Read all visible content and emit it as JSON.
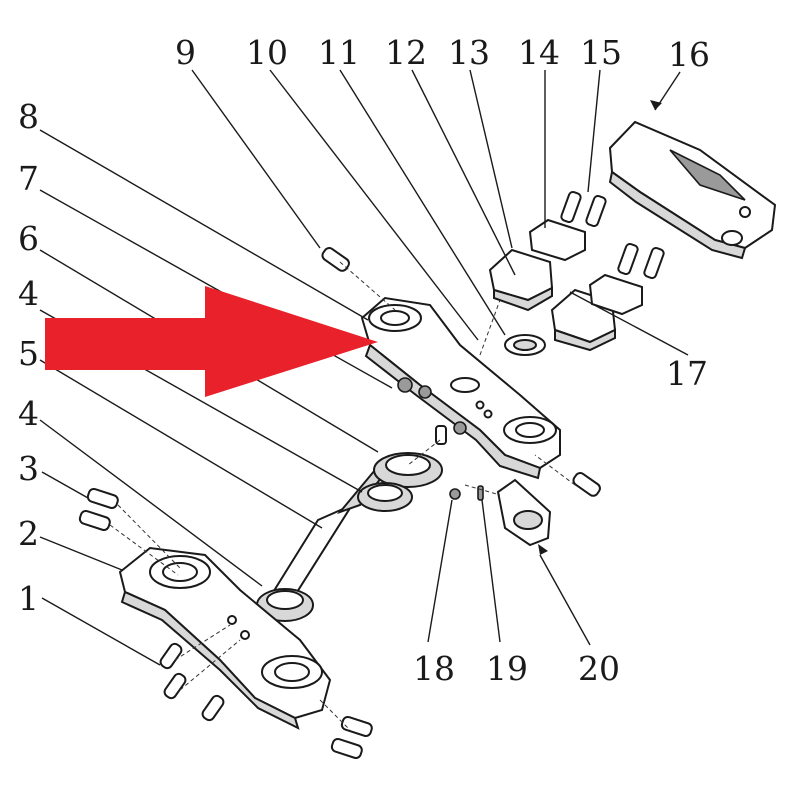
{
  "callouts": [
    {
      "id": "1",
      "text": "1"
    },
    {
      "id": "2",
      "text": "2"
    },
    {
      "id": "3",
      "text": "3"
    },
    {
      "id": "4a",
      "text": "4"
    },
    {
      "id": "4b",
      "text": "4"
    },
    {
      "id": "5",
      "text": "5"
    },
    {
      "id": "6",
      "text": "6"
    },
    {
      "id": "7",
      "text": "7"
    },
    {
      "id": "8",
      "text": "8"
    },
    {
      "id": "9",
      "text": "9"
    },
    {
      "id": "10",
      "text": "10"
    },
    {
      "id": "11",
      "text": "11"
    },
    {
      "id": "12",
      "text": "12"
    },
    {
      "id": "13",
      "text": "13"
    },
    {
      "id": "14",
      "text": "14"
    },
    {
      "id": "15",
      "text": "15"
    },
    {
      "id": "16",
      "text": "16"
    },
    {
      "id": "17",
      "text": "17"
    },
    {
      "id": "18",
      "text": "18"
    },
    {
      "id": "19",
      "text": "19"
    },
    {
      "id": "20",
      "text": "20"
    }
  ],
  "colors": {
    "arrow": "#e8212b",
    "line": "#1a1a1a"
  }
}
